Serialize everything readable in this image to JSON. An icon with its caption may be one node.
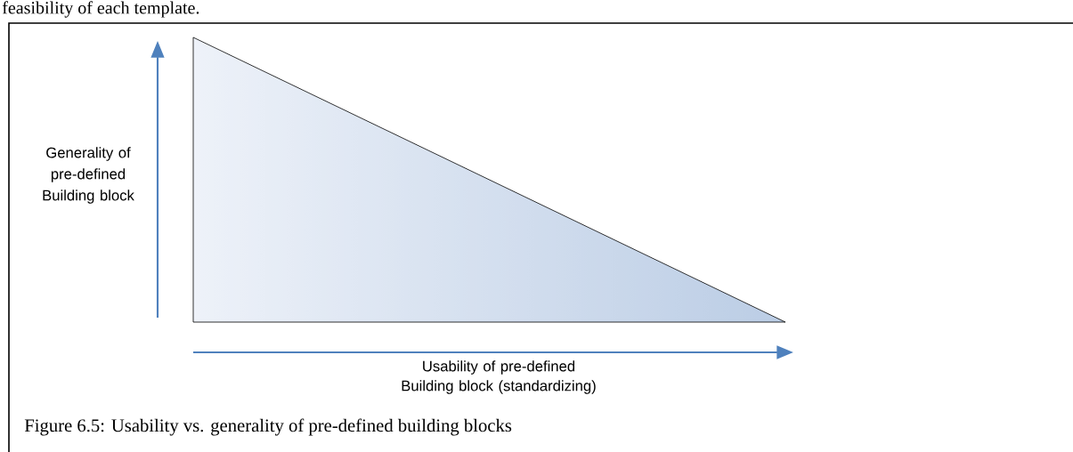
{
  "diagram": {
    "caption": "Figure 6.5: Usability vs. generality of pre-defined building blocks",
    "labels": [
      "feasibility of each template.",
      "Generality of pre-defined Building block",
      "Usability of pre-defined Building block (standardizing)"
    ]
  }
}
